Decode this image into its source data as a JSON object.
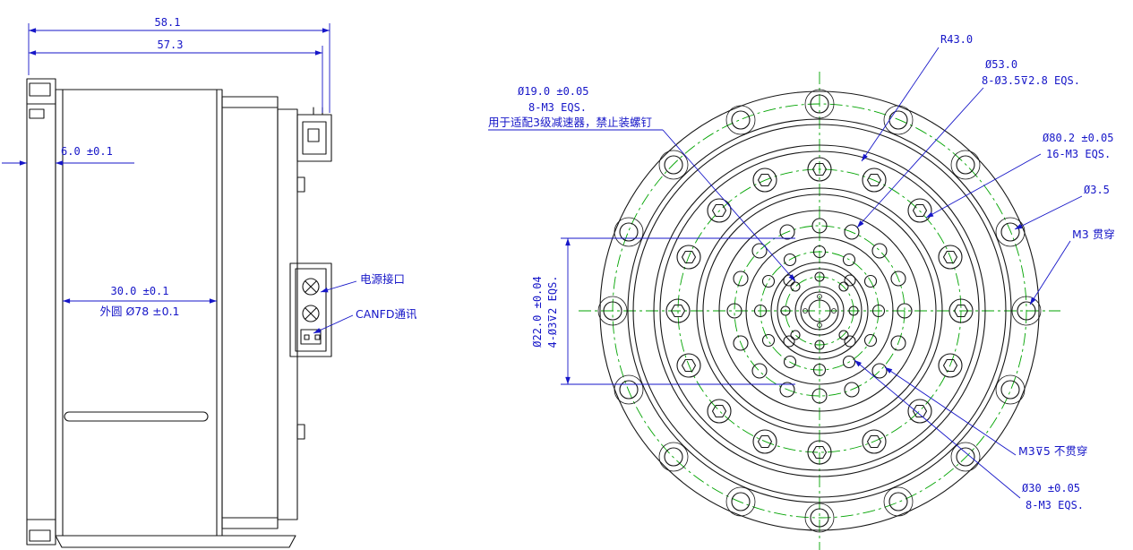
{
  "colors": {
    "dimension_blue": "#1616c8",
    "centerline_green": "#00a300",
    "outline_black": "#161616"
  },
  "side_view": {
    "dim58": "58.1",
    "dim57": "57.3",
    "dim6": "6.0 ±0.1",
    "dim30": "30.0 ±0.1",
    "dim78": "外圆 Ø78 ±0.1",
    "power": "电源接口",
    "canfd": "CANFD通讯"
  },
  "front_view": {
    "r43": "R43.0",
    "d53_1": "Ø53.0",
    "d53_2": "8-Ø3.5⊽2.8 EQS.",
    "d19_1": "Ø19.0 ±0.05",
    "d19_2": "8-M3 EQS.",
    "d19_3": "用于适配3级减速器，禁止装螺钉",
    "d80_1": "Ø80.2 ±0.05",
    "d80_2": "16-M3 EQS.",
    "d35": "Ø3.5",
    "m3t": "M3 贯穿",
    "d22_1": "Ø22.0 ±0.04",
    "d22_2": "4-Ø3⊽2 EQS.",
    "m3b": "M3⊽5 不贯穿",
    "d30_1": "Ø30 ±0.05",
    "d30_2": "8-M3 EQS."
  }
}
